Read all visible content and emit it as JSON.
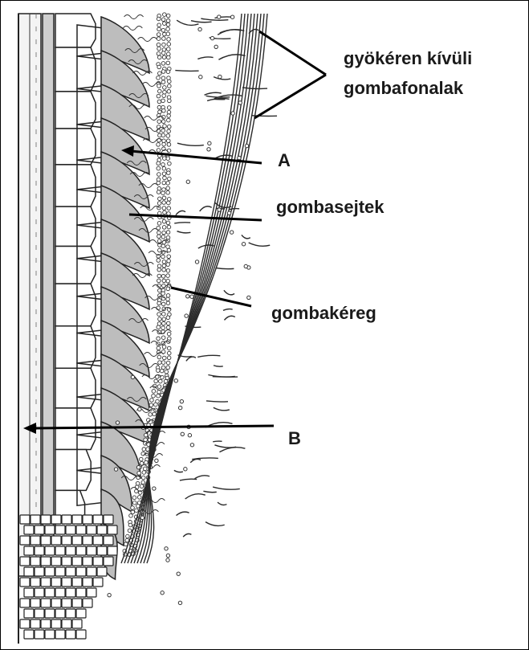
{
  "labels": {
    "external_hyphae_line1": "gyökéren kívüli",
    "external_hyphae_line2": "gombafonalak",
    "A": "A",
    "fungal_cells": "gombasejtek",
    "fungal_mantle": "gombakéreg",
    "B": "B"
  },
  "colors": {
    "outline": "#222222",
    "cell_fill": "#ffffff",
    "shaded_cells": "#bdbdbd",
    "arrow": "#000000",
    "label_text": "#1a1a1a"
  }
}
